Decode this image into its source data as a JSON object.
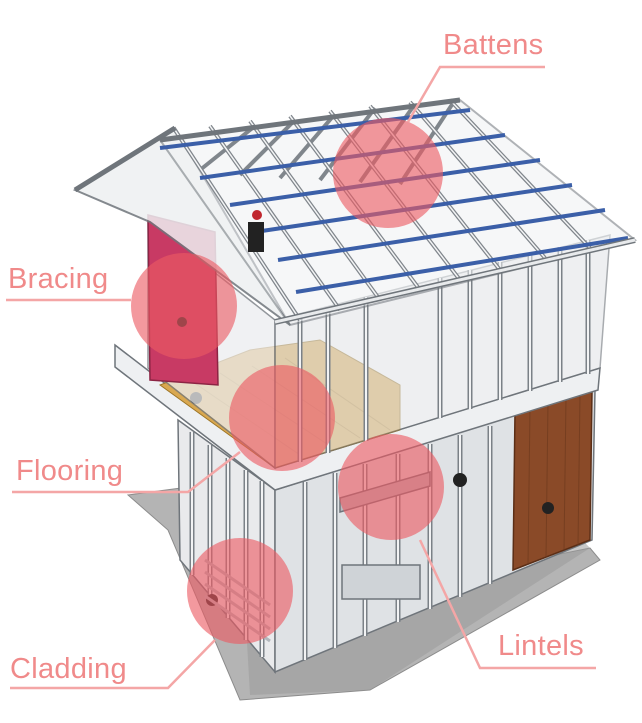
{
  "diagram": {
    "callouts": [
      {
        "id": "battens",
        "label": "Battens"
      },
      {
        "id": "bracing",
        "label": "Bracing"
      },
      {
        "id": "flooring",
        "label": "Flooring"
      },
      {
        "id": "lintels",
        "label": "Lintels"
      },
      {
        "id": "cladding",
        "label": "Cladding"
      }
    ]
  },
  "colors": {
    "label_text": "#f08a8a",
    "leader_line": "#f4a6a6",
    "highlight_circle": "#ec5b63",
    "frame_steel": "#c9ced3",
    "frame_edge": "#6f757b",
    "batten_blue": "#3b5fa8",
    "bracing_panel": "#c83a64",
    "floor_board": "#d9a850",
    "timber_cladding": "#8a4a28",
    "ground_slab": "#a9a9a9"
  }
}
